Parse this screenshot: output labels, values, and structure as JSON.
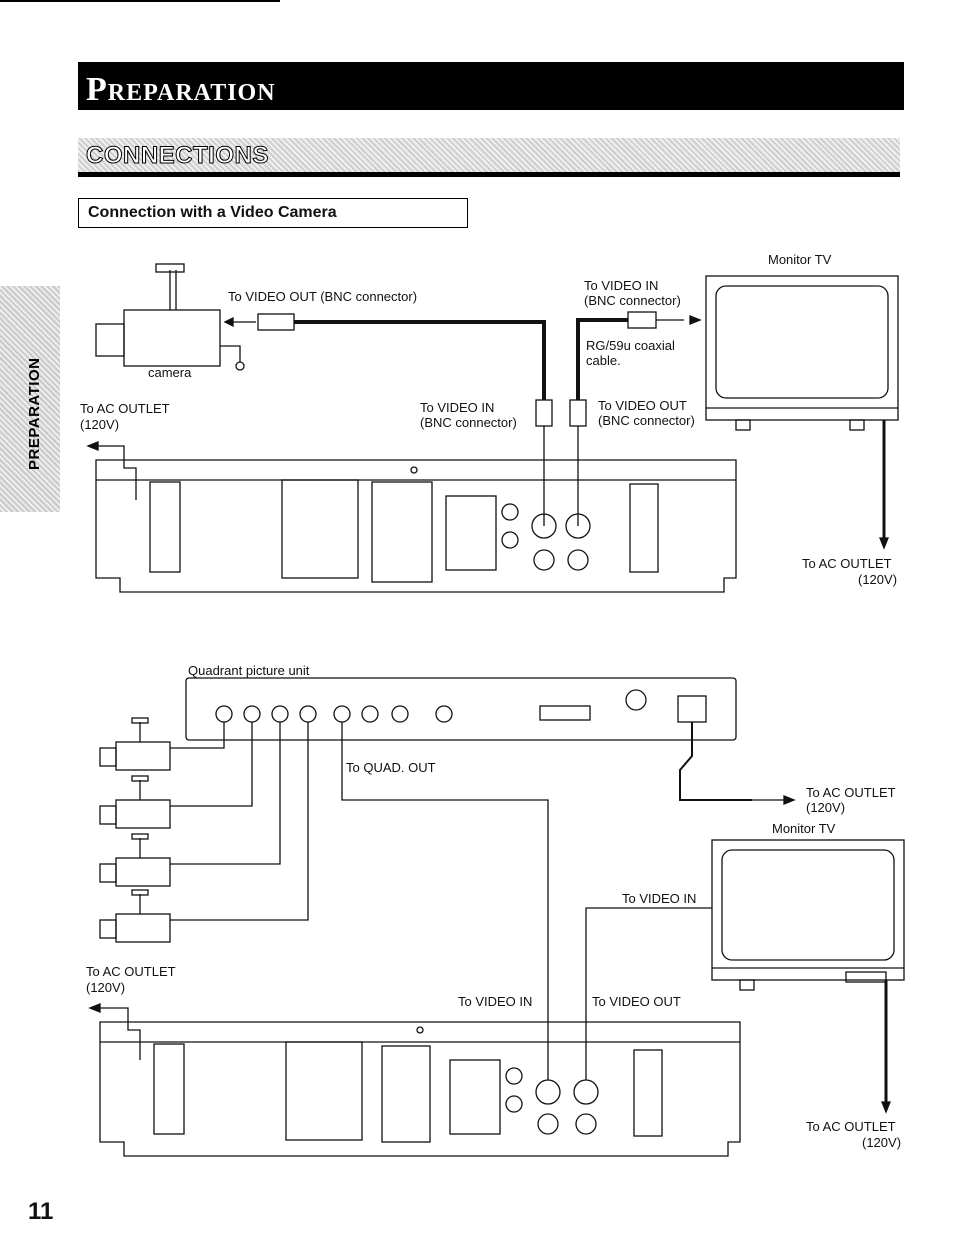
{
  "header": {
    "title": "Preparation",
    "section": "CONNECTIONS",
    "subsection": "Connection with a Video Camera",
    "side_tab": "PREPARATION"
  },
  "diagram1": {
    "camera_label": "camera",
    "video_out_label": "To VIDEO OUT (BNC connector)",
    "monitor_label": "Monitor TV",
    "monitor_video_in_1": "To VIDEO IN",
    "monitor_video_in_2": "(BNC connector)",
    "cable_1": "RG/59u coaxial",
    "cable_2": "cable.",
    "vcr_video_in_1": "To VIDEO IN",
    "vcr_video_in_2": "(BNC connector)",
    "vcr_video_out_1": "To VIDEO OUT",
    "vcr_video_out_2": "(BNC connector)",
    "ac_left_1": "To AC OUTLET",
    "ac_left_2": "(120V)",
    "ac_right_1": "To AC OUTLET",
    "ac_right_2": "(120V)"
  },
  "diagram2": {
    "quad_label": "Quadrant picture unit",
    "quad_out": "To QUAD. OUT",
    "ac_quad_1": "To AC OUTLET",
    "ac_quad_2": "(120V)",
    "monitor_label": "Monitor TV",
    "monitor_video_in": "To VIDEO IN",
    "vcr_video_in": "To VIDEO IN",
    "vcr_video_out": "To VIDEO OUT",
    "ac_left_1": "To AC OUTLET",
    "ac_left_2": "(120V)",
    "ac_right_1": "To AC OUTLET",
    "ac_right_2": "(120V)"
  },
  "page_number": "11"
}
